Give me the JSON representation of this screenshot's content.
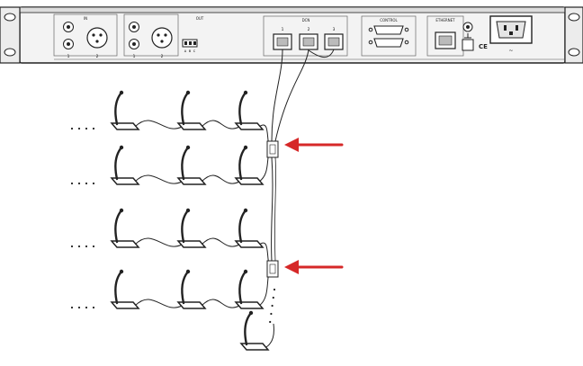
{
  "panel": {
    "section_labels": [
      "IN",
      "OUT",
      "DCN",
      "CONTROL",
      "ETHERNET"
    ],
    "port_numbers": [
      "1",
      "2",
      "1",
      "2",
      "1",
      "2",
      "3"
    ],
    "small_marks": [
      "A",
      "B",
      "C"
    ],
    "ce_mark": "CE",
    "power_label": "~"
  },
  "units": {
    "rows": [
      {
        "units": 3,
        "has_leading_dots": true,
        "joined_to_trunk": true
      },
      {
        "units": 3,
        "has_leading_dots": true,
        "joined_to_trunk": true
      },
      {
        "units": 3,
        "has_leading_dots": true,
        "joined_to_trunk": true
      },
      {
        "units": 3,
        "has_leading_dots": true,
        "joined_to_trunk": true
      }
    ],
    "tail_units": 1
  },
  "splitters": {
    "count": 2
  },
  "arrows": {
    "count": 2,
    "color": "#d62828"
  },
  "colors": {
    "line": "#222222",
    "panel": "#f3f3f3",
    "accent": "#d62828"
  }
}
